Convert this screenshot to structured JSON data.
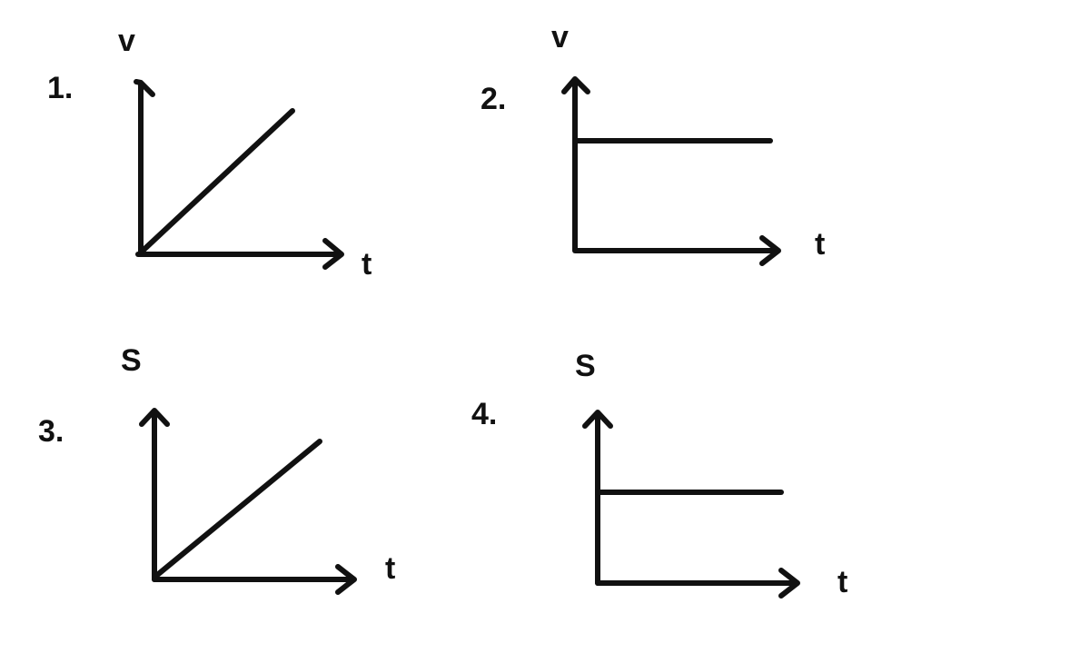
{
  "graphs": [
    {
      "number": "1.",
      "y_label": "v",
      "x_label": "t",
      "shape": "rising"
    },
    {
      "number": "2.",
      "y_label": "v",
      "x_label": "t",
      "shape": "constant"
    },
    {
      "number": "3.",
      "y_label": "S",
      "x_label": "t",
      "shape": "rising"
    },
    {
      "number": "4.",
      "y_label": "S",
      "x_label": "t",
      "shape": "constant"
    }
  ],
  "colors": {
    "ink": "#111111",
    "background": "#ffffff"
  }
}
